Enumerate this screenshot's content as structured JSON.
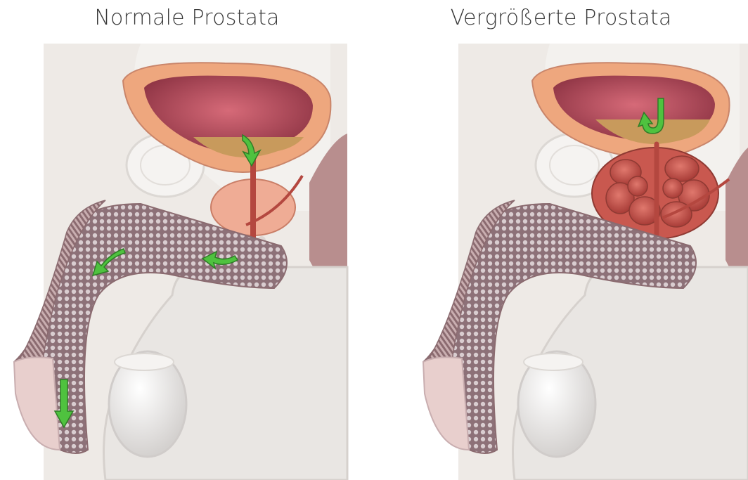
{
  "panels": [
    {
      "title": "Normale Prostata",
      "state": "normal"
    },
    {
      "title": "Vergrößerte Prostata",
      "state": "enlarged"
    }
  ],
  "colors": {
    "background": "#ffffff",
    "body_outline": "#d8d5d2",
    "body_fill": "#f3f1ee",
    "bladder_wall": "#eea77e",
    "bladder_lumen": "#b24a58",
    "urine": "#c89a5c",
    "urethra": "#b4473f",
    "prostate_normal": "#efac95",
    "prostate_enlarged": "#c9584f",
    "spongy_tissue": "#8d7178",
    "testis": "#f1efee",
    "flow_arrow": "#4fc23f"
  },
  "icons": {
    "flow_arrow": "green-arrow-icon",
    "reflux_arrow": "curved-back-arrow-icon"
  }
}
